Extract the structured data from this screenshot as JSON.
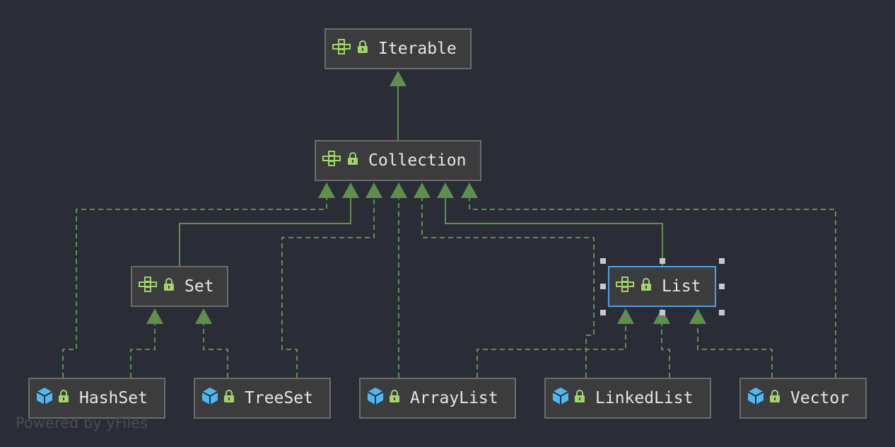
{
  "colors": {
    "background": "#2b2d36",
    "node_fill": "#3c3c3e",
    "node_border": "#6b6b6b",
    "selected_border": "#4a9fe6",
    "edge": "#5e8f4f",
    "interface_icon": "#a3d36b",
    "lock_icon": "#a3d36b",
    "class_icon": "#4fb7f2",
    "text": "#e6e6e6"
  },
  "nodes": {
    "iterable": {
      "label": "Iterable",
      "kind": "interface",
      "icon": "interface-icon"
    },
    "collection": {
      "label": "Collection",
      "kind": "interface",
      "icon": "interface-icon"
    },
    "set": {
      "label": "Set",
      "kind": "interface",
      "icon": "interface-icon"
    },
    "list": {
      "label": "List",
      "kind": "interface",
      "icon": "interface-icon",
      "selected": true
    },
    "hashset": {
      "label": "HashSet",
      "kind": "class",
      "icon": "class-icon"
    },
    "treeset": {
      "label": "TreeSet",
      "kind": "class",
      "icon": "class-icon"
    },
    "arraylist": {
      "label": "ArrayList",
      "kind": "class",
      "icon": "class-icon"
    },
    "linkedlist": {
      "label": "LinkedList",
      "kind": "class",
      "icon": "class-icon"
    },
    "vector": {
      "label": "Vector",
      "kind": "class",
      "icon": "class-icon"
    }
  },
  "edges": [
    {
      "from": "collection",
      "to": "iterable",
      "style": "solid"
    },
    {
      "from": "set",
      "to": "collection",
      "style": "solid"
    },
    {
      "from": "list",
      "to": "collection",
      "style": "solid"
    },
    {
      "from": "hashset",
      "to": "collection",
      "style": "dashed"
    },
    {
      "from": "treeset",
      "to": "collection",
      "style": "dashed"
    },
    {
      "from": "arraylist",
      "to": "collection",
      "style": "dashed"
    },
    {
      "from": "linkedlist",
      "to": "collection",
      "style": "dashed"
    },
    {
      "from": "vector",
      "to": "collection",
      "style": "dashed"
    },
    {
      "from": "hashset",
      "to": "set",
      "style": "dashed"
    },
    {
      "from": "treeset",
      "to": "set",
      "style": "dashed"
    },
    {
      "from": "arraylist",
      "to": "list",
      "style": "dashed"
    },
    {
      "from": "linkedlist",
      "to": "list",
      "style": "dashed"
    },
    {
      "from": "vector",
      "to": "list",
      "style": "dashed"
    }
  ],
  "watermark": "Powered by yFiles"
}
